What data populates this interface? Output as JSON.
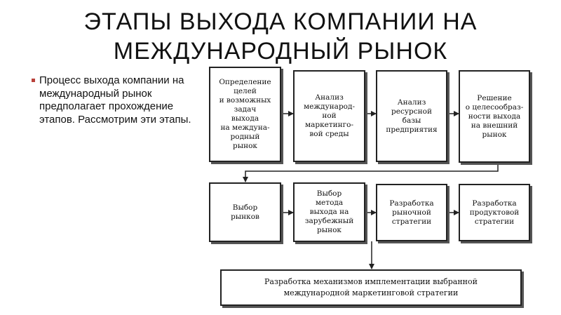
{
  "slide": {
    "title_line1": "ЭТАПЫ ВЫХОДА КОМПАНИИ НА",
    "title_line2": "МЕЖДУНАРОДНЫЙ РЫНОК",
    "bullet_text": "Процесс выхода компании на международный рынок предполагает прохождение этапов. Рассмотрим эти этапы."
  },
  "diagram": {
    "stages": [
      {
        "label": "Определение\nцелей\nи возможных\nзадач\nвыхода\nна междуна-\nродный\nрынок"
      },
      {
        "label": "Анализ\nмеждународ-\nной\nмаркетинго-\nвой среды"
      },
      {
        "label": "Анализ\nресурсной\nбазы\nпредприятия"
      },
      {
        "label": "Решение\nо целесообраз-\nности выхода\nна внешний\nрынок"
      },
      {
        "label": "Выбор\nрынков"
      },
      {
        "label": "Выбор\nметода\nвыхода на\nзарубежный\nрынок"
      },
      {
        "label": "Разработка\nрыночной\nстратегии"
      },
      {
        "label": "Разработка\nпродуктовой\nстратегии"
      },
      {
        "label": "Разработка механизмов имплементации выбранной\nмеждународной маркетинговой стратегии"
      }
    ],
    "colors": {
      "stroke": "#222222",
      "shadow": "#555555"
    }
  }
}
